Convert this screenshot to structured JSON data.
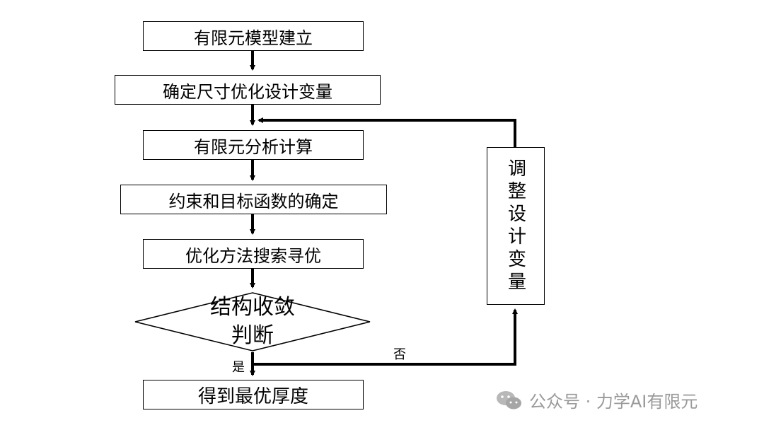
{
  "flow": {
    "step1": "有限元模型建立",
    "step2": "确定尺寸优化设计变量",
    "step3": "有限元分析计算",
    "step4": "约束和目标函数的确定",
    "step5": "优化方法搜索寻优",
    "decision_line1": "结构收敛",
    "decision_line2": "判断",
    "result": "得到最优厚度",
    "adjust": "调整设计变量",
    "yes_label": "是",
    "no_label": "否"
  },
  "watermark": {
    "text": "公众号 · 力学AI有限元",
    "icon": "wechat-icon"
  }
}
